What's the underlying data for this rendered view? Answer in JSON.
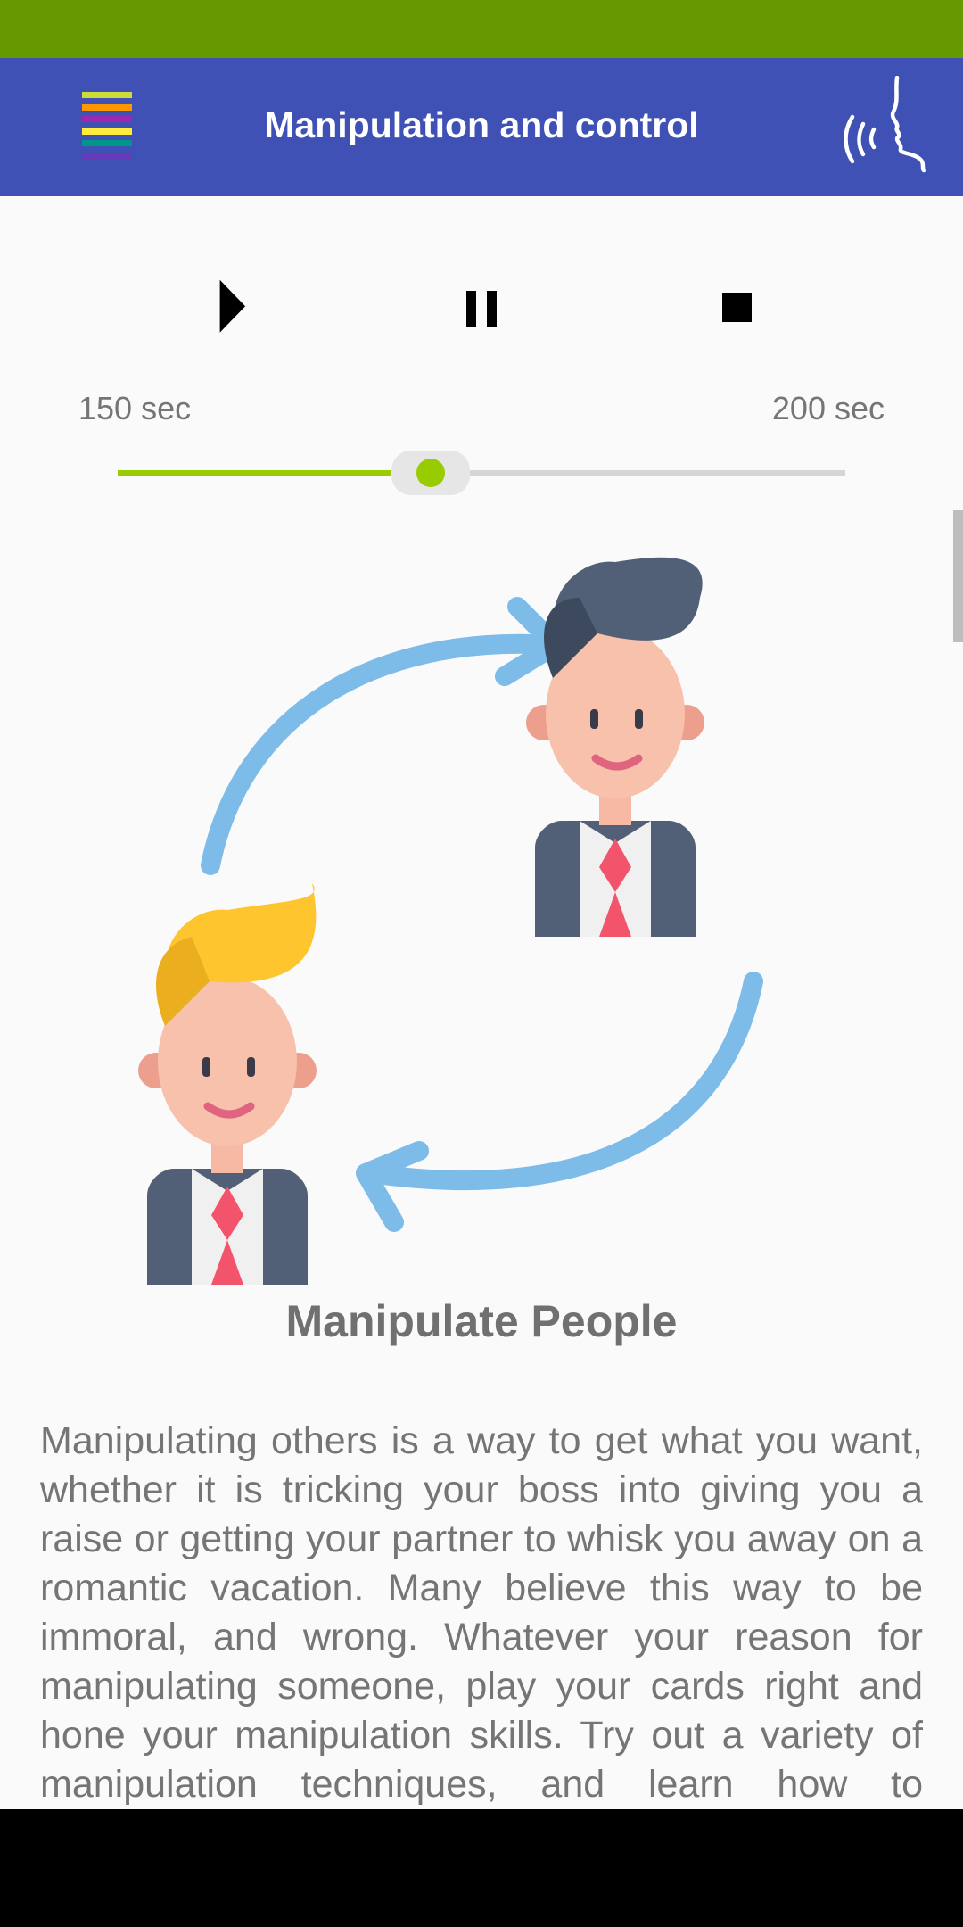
{
  "colors": {
    "status_bar": "#669900",
    "app_bar": "#3f51b5",
    "accent": "#99cc00",
    "menu_stripes": [
      "#cddc39",
      "#ff9800",
      "#9c27b0",
      "#ffeb3b",
      "#009688",
      "#673ab7"
    ]
  },
  "app_bar": {
    "title": "Manipulation and control",
    "menu_icon": "colored-menu-icon",
    "action_icon": "speaking-head-icon"
  },
  "player": {
    "play_icon": "play-icon",
    "pause_icon": "pause-icon",
    "stop_icon": "stop-icon",
    "current_label": "150 sec",
    "total_label": "200 sec",
    "progress_fraction": 0.43
  },
  "article": {
    "image": "two-people-exchange-illustration",
    "heading": "Manipulate People",
    "body": "Manipulating others is a way to get what you want, whether it is tricking your boss into giving you a raise or getting your partner to whisk you away on a romantic vacation. Many believe this way to be immoral, and wrong. Whatever your reason for manipulating someone, play your cards right and hone your manipulation skills. Try out a variety of manipulation techniques, and learn how to manipulate people in a variety"
  }
}
